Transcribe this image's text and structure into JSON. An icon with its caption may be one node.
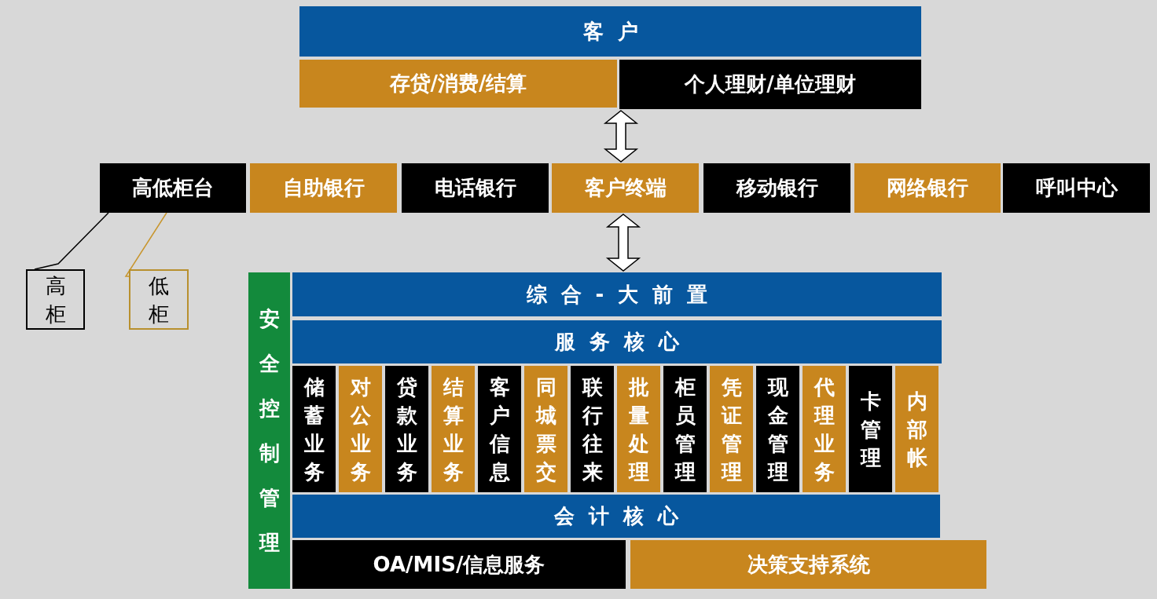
{
  "diagram": {
    "nodes": [
      {
        "text": [
          "客户"
        ]
      },
      {
        "text": [
          "存贷/消费/结算"
        ]
      },
      {
        "text": [
          "个人理财/单位理财"
        ]
      },
      {
        "text": [
          "高低柜台"
        ]
      },
      {
        "text": [
          "自助银行"
        ]
      },
      {
        "text": [
          "电话银行"
        ]
      },
      {
        "text": [
          "客户终端"
        ]
      },
      {
        "text": [
          "移动银行"
        ]
      },
      {
        "text": [
          "网络银行"
        ]
      },
      {
        "text": [
          "呼叫中心"
        ]
      },
      {
        "text": [
          "高柜"
        ]
      },
      {
        "text": [
          "低柜"
        ]
      },
      {
        "text": [
          "安全控制管理"
        ]
      },
      {
        "text": [
          "综合-大前置"
        ]
      },
      {
        "text": [
          "服务核心"
        ]
      },
      {
        "text": [
          "储蓄业务"
        ]
      },
      {
        "text": [
          "对公业务"
        ]
      },
      {
        "text": [
          "贷款业务"
        ]
      },
      {
        "text": [
          "结算业务"
        ]
      },
      {
        "text": [
          "客户信息"
        ]
      },
      {
        "text": [
          "同城票交"
        ]
      },
      {
        "text": [
          "联行往来"
        ]
      },
      {
        "text": [
          "批量处理"
        ]
      },
      {
        "text": [
          "柜员管理"
        ]
      },
      {
        "text": [
          "凭证管理"
        ]
      },
      {
        "text": [
          "现金管理"
        ]
      },
      {
        "text": [
          "代理业务"
        ]
      },
      {
        "text": [
          "卡管理"
        ]
      },
      {
        "text": [
          "内部帐"
        ]
      },
      {
        "text": [
          "会计核心"
        ]
      },
      {
        "text": [
          "OA/MIS/信息服务"
        ]
      },
      {
        "text": [
          "决策支持系统"
        ]
      }
    ],
    "edges": [
      {
        "from": 2,
        "to": 6,
        "arrow": "both"
      },
      {
        "from": 6,
        "to": 13,
        "arrow": "both"
      },
      {
        "from": 3,
        "to": 10,
        "arrow": "none"
      },
      {
        "from": 3,
        "to": 11,
        "arrow": "none",
        "color": "#c8962e"
      }
    ]
  }
}
